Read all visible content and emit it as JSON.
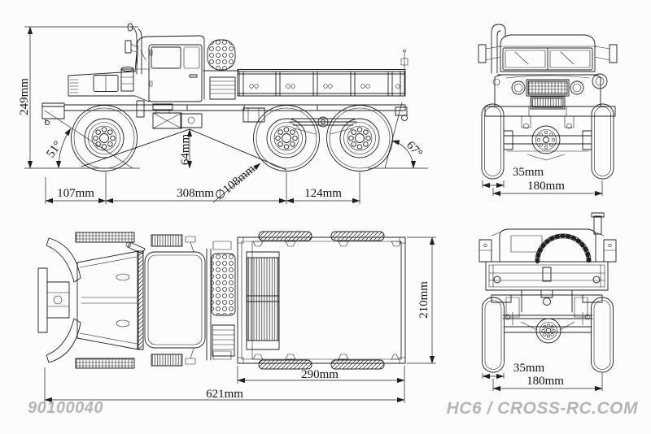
{
  "sheet": {
    "background": "#fcfcfc",
    "line_color": "#1f1f1f",
    "dim_text_color": "#141414",
    "watermark_color": "#b5b5b5",
    "part_number": "90100040",
    "brand_watermark": "HC6 / CROSS-RC.COM"
  },
  "views": {
    "side": {
      "dims": {
        "overall_height": "249mm",
        "approach_angle": "51°",
        "breakover_clearance": "64mm",
        "front_overhang": "107mm",
        "wheelbase": "308mm",
        "tire_diameter": "∅108mm",
        "rear_axle_spacing": "124mm",
        "departure_angle": "67°"
      }
    },
    "front": {
      "dims": {
        "tire_width": "35mm",
        "track_width": "180mm"
      }
    },
    "top": {
      "dims": {
        "bed_length": "290mm",
        "overall_length": "621mm",
        "bed_width": "210mm"
      }
    },
    "rear": {
      "dims": {
        "tire_width": "35mm",
        "track_width": "180mm"
      }
    }
  }
}
